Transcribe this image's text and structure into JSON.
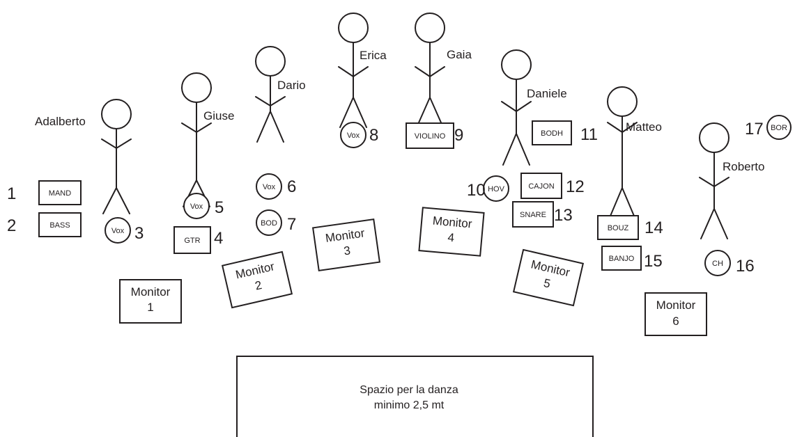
{
  "musicians": [
    {
      "name": "Adalberto"
    },
    {
      "name": "Giuse"
    },
    {
      "name": "Dario"
    },
    {
      "name": "Erica"
    },
    {
      "name": "Gaia"
    },
    {
      "name": "Daniele"
    },
    {
      "name": "Matteo"
    },
    {
      "name": "Roberto"
    }
  ],
  "inputs": [
    {
      "label": "MAND",
      "number": "1",
      "shape": "box"
    },
    {
      "label": "BASS",
      "number": "2",
      "shape": "box"
    },
    {
      "label": "Vox",
      "number": "3",
      "shape": "circle"
    },
    {
      "label": "GTR",
      "number": "4",
      "shape": "box"
    },
    {
      "label": "Vox",
      "number": "5",
      "shape": "circle"
    },
    {
      "label": "Vox",
      "number": "6",
      "shape": "circle"
    },
    {
      "label": "BOD",
      "number": "7",
      "shape": "circle"
    },
    {
      "label": "Vox",
      "number": "8",
      "shape": "circle"
    },
    {
      "label": "VIOLINO",
      "number": "9",
      "shape": "box"
    },
    {
      "label": "HOV",
      "number": "10",
      "shape": "circle"
    },
    {
      "label": "BODH",
      "number": "11",
      "shape": "box"
    },
    {
      "label": "CAJON",
      "number": "12",
      "shape": "box"
    },
    {
      "label": "SNARE",
      "number": "13",
      "shape": "box"
    },
    {
      "label": "BOUZ",
      "number": "14",
      "shape": "box"
    },
    {
      "label": "BANJO",
      "number": "15",
      "shape": "box"
    },
    {
      "label": "CH",
      "number": "16",
      "shape": "circle"
    },
    {
      "label": "BOR",
      "number": "17",
      "shape": "circle"
    }
  ],
  "monitors": [
    {
      "label": "Monitor",
      "number": "1"
    },
    {
      "label": "Monitor",
      "number": "2"
    },
    {
      "label": "Monitor",
      "number": "3"
    },
    {
      "label": "Monitor",
      "number": "4"
    },
    {
      "label": "Monitor",
      "number": "5"
    },
    {
      "label": "Monitor",
      "number": "6"
    }
  ],
  "dance_area": {
    "line1": "Spazio per la danza",
    "line2": "minimo 2,5 mt"
  }
}
